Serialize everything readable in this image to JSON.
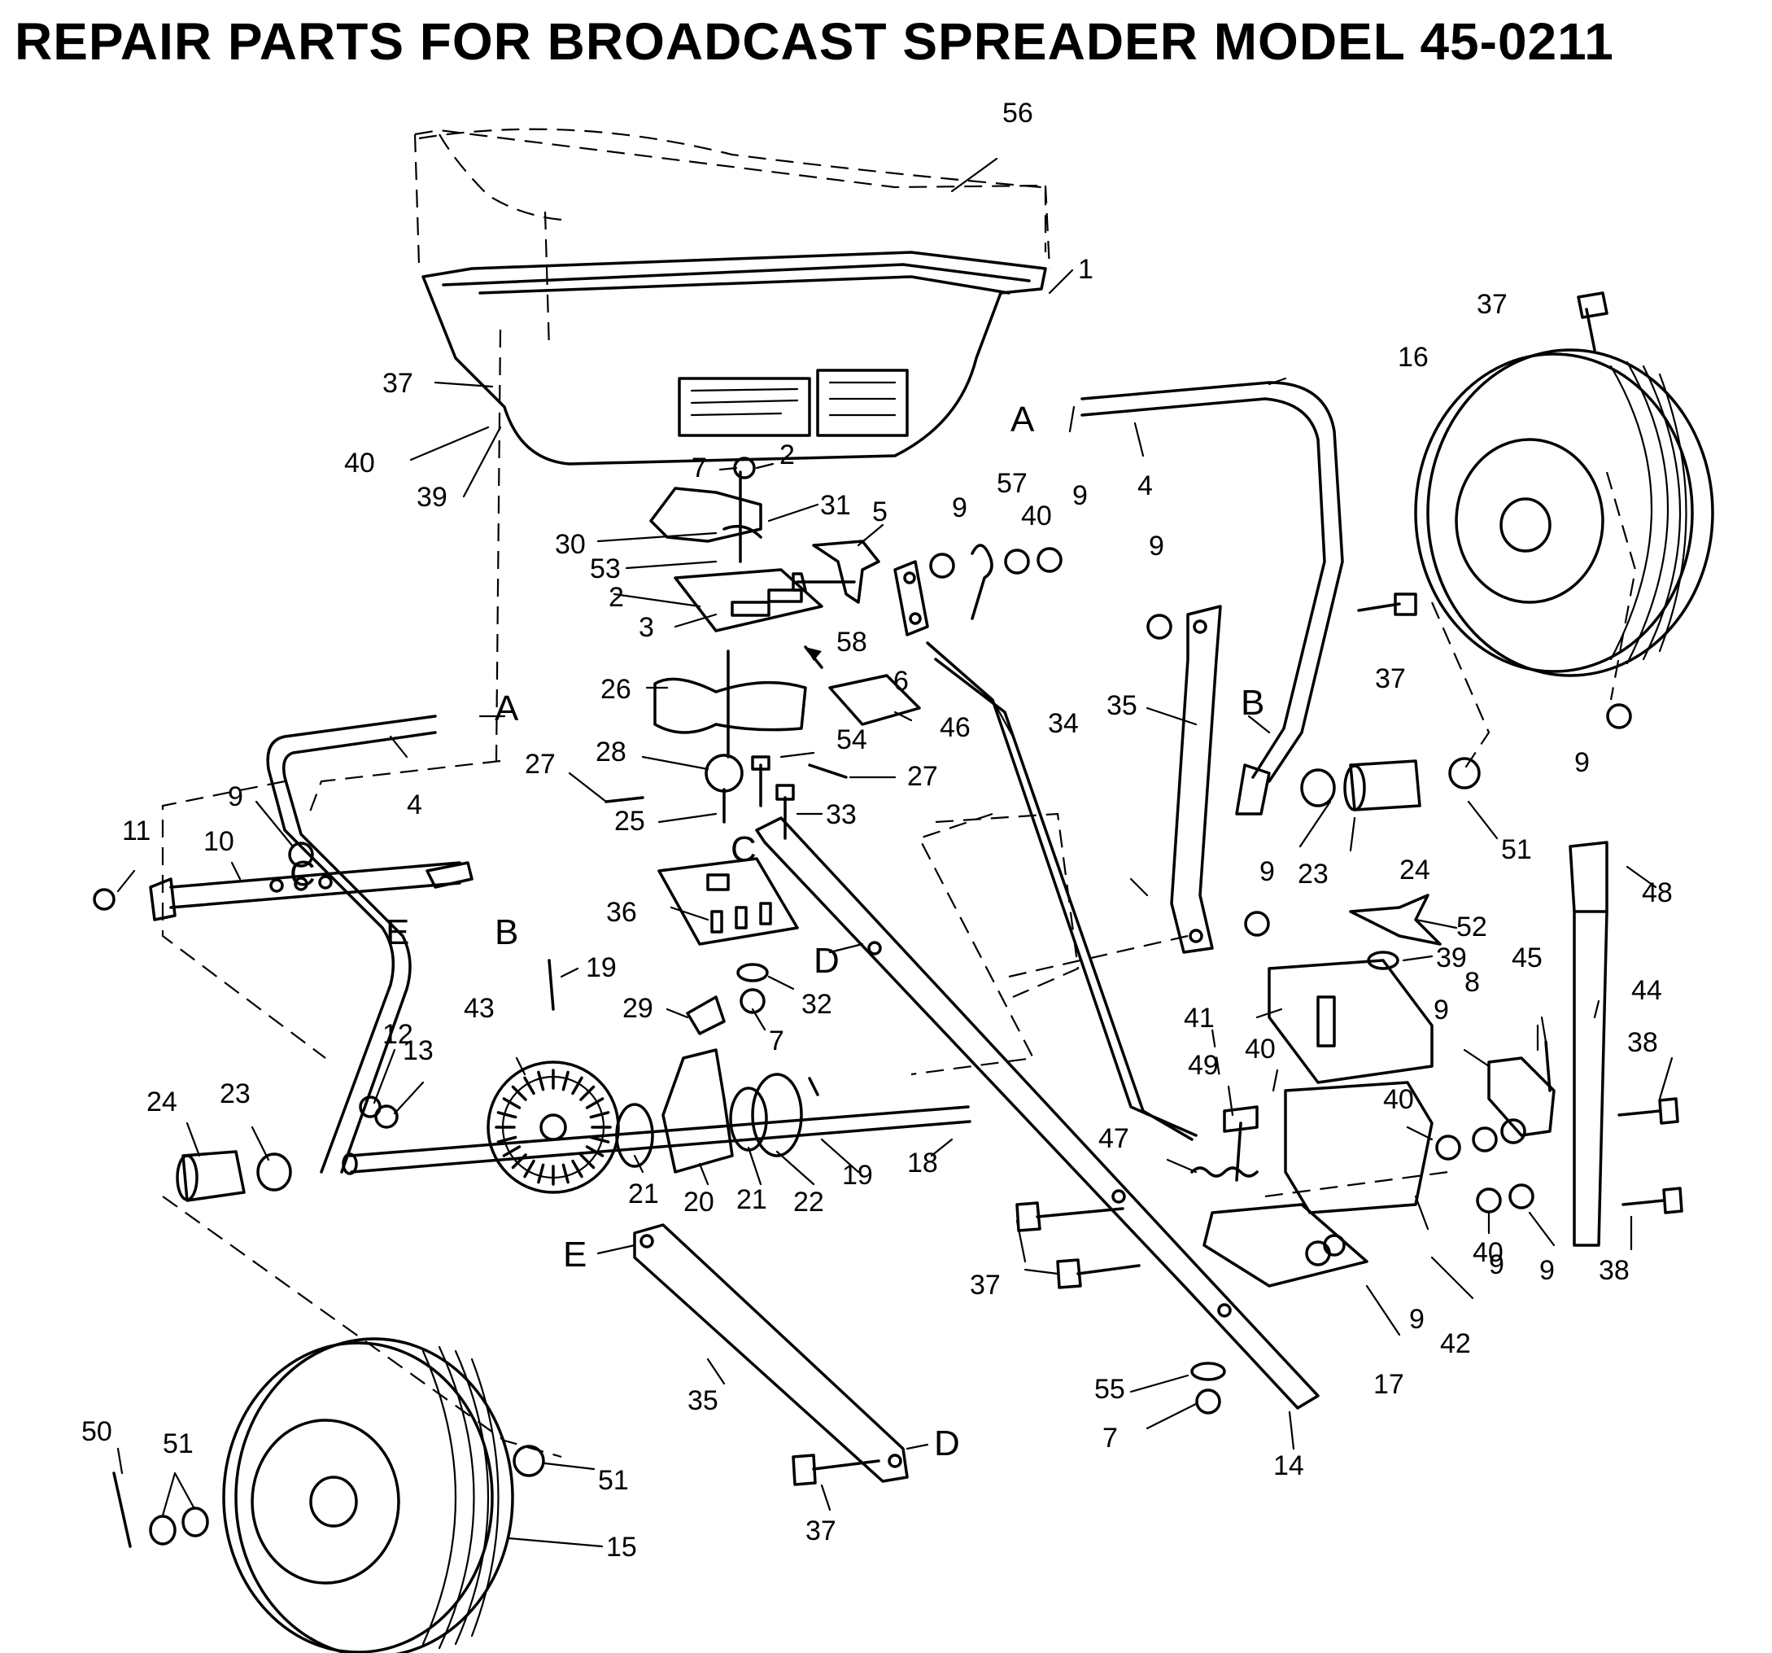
{
  "title": "REPAIR PARTS FOR BROADCAST SPREADER MODEL 45-0211",
  "callouts": [
    {
      "id": "c56",
      "text": "56"
    },
    {
      "id": "c1",
      "text": "1"
    },
    {
      "id": "c37a",
      "text": "37"
    },
    {
      "id": "c40a",
      "text": "40"
    },
    {
      "id": "c39a",
      "text": "39"
    },
    {
      "id": "c7a",
      "text": "7"
    },
    {
      "id": "c2a",
      "text": "2"
    },
    {
      "id": "c31",
      "text": "31"
    },
    {
      "id": "c30",
      "text": "30"
    },
    {
      "id": "c53",
      "text": "53"
    },
    {
      "id": "c2b",
      "text": "2"
    },
    {
      "id": "c3",
      "text": "3"
    },
    {
      "id": "c58",
      "text": "58"
    },
    {
      "id": "c5",
      "text": "5"
    },
    {
      "id": "c6",
      "text": "6"
    },
    {
      "id": "c9a",
      "text": "9"
    },
    {
      "id": "c57",
      "text": "57"
    },
    {
      "id": "c40b",
      "text": "40"
    },
    {
      "id": "c9b",
      "text": "9"
    },
    {
      "id": "c4a",
      "text": "4"
    },
    {
      "id": "c9c",
      "text": "9"
    },
    {
      "id": "c37b",
      "text": "37"
    },
    {
      "id": "c37c",
      "text": "37"
    },
    {
      "id": "c16",
      "text": "16"
    },
    {
      "id": "c9d",
      "text": "9"
    },
    {
      "id": "c26",
      "text": "26"
    },
    {
      "id": "c46",
      "text": "46"
    },
    {
      "id": "c34",
      "text": "34"
    },
    {
      "id": "c35a",
      "text": "35"
    },
    {
      "id": "c28",
      "text": "28"
    },
    {
      "id": "c54",
      "text": "54"
    },
    {
      "id": "c27a",
      "text": "27"
    },
    {
      "id": "c27b",
      "text": "27"
    },
    {
      "id": "c25",
      "text": "25"
    },
    {
      "id": "c33",
      "text": "33"
    },
    {
      "id": "c4b",
      "text": "4"
    },
    {
      "id": "c9e",
      "text": "9"
    },
    {
      "id": "c11",
      "text": "11"
    },
    {
      "id": "c10",
      "text": "10"
    },
    {
      "id": "c23a",
      "text": "23"
    },
    {
      "id": "c24a",
      "text": "24"
    },
    {
      "id": "c51a",
      "text": "51"
    },
    {
      "id": "c48",
      "text": "48"
    },
    {
      "id": "c9f",
      "text": "9"
    },
    {
      "id": "c52",
      "text": "52"
    },
    {
      "id": "c36",
      "text": "36"
    },
    {
      "id": "c39b",
      "text": "39"
    },
    {
      "id": "c45",
      "text": "45"
    },
    {
      "id": "c44",
      "text": "44"
    },
    {
      "id": "c19a",
      "text": "19"
    },
    {
      "id": "c32",
      "text": "32"
    },
    {
      "id": "c29",
      "text": "29"
    },
    {
      "id": "c7b",
      "text": "7"
    },
    {
      "id": "c43",
      "text": "43"
    },
    {
      "id": "c41",
      "text": "41"
    },
    {
      "id": "c9g",
      "text": "9"
    },
    {
      "id": "c8",
      "text": "8"
    },
    {
      "id": "c38a",
      "text": "38"
    },
    {
      "id": "c12",
      "text": "12"
    },
    {
      "id": "c13",
      "text": "13"
    },
    {
      "id": "c49",
      "text": "49"
    },
    {
      "id": "c40c",
      "text": "40"
    },
    {
      "id": "c40d",
      "text": "40"
    },
    {
      "id": "c24b",
      "text": "24"
    },
    {
      "id": "c23b",
      "text": "23"
    },
    {
      "id": "c18",
      "text": "18"
    },
    {
      "id": "c19b",
      "text": "19"
    },
    {
      "id": "c47",
      "text": "47"
    },
    {
      "id": "c21a",
      "text": "21"
    },
    {
      "id": "c20",
      "text": "20"
    },
    {
      "id": "c21b",
      "text": "21"
    },
    {
      "id": "c22",
      "text": "22"
    },
    {
      "id": "c37d",
      "text": "37"
    },
    {
      "id": "c40e",
      "text": "40"
    },
    {
      "id": "c9h",
      "text": "9"
    },
    {
      "id": "c38b",
      "text": "38"
    },
    {
      "id": "c9i",
      "text": "9"
    },
    {
      "id": "c9j",
      "text": "9"
    },
    {
      "id": "c42",
      "text": "42"
    },
    {
      "id": "c17",
      "text": "17"
    },
    {
      "id": "c55",
      "text": "55"
    },
    {
      "id": "c7c",
      "text": "7"
    },
    {
      "id": "c14",
      "text": "14"
    },
    {
      "id": "c35b",
      "text": "35"
    },
    {
      "id": "c50",
      "text": "50"
    },
    {
      "id": "c51b",
      "text": "51"
    },
    {
      "id": "c51c",
      "text": "51"
    },
    {
      "id": "c15",
      "text": "15"
    },
    {
      "id": "c37e",
      "text": "37"
    }
  ],
  "join_letters": [
    {
      "id": "jA1",
      "text": "A"
    },
    {
      "id": "jA2",
      "text": "A"
    },
    {
      "id": "jB1",
      "text": "B"
    },
    {
      "id": "jB2",
      "text": "B"
    },
    {
      "id": "jC1",
      "text": "C"
    },
    {
      "id": "jC2",
      "text": "C"
    },
    {
      "id": "jD1",
      "text": "D"
    },
    {
      "id": "jD2",
      "text": "D"
    },
    {
      "id": "jE1",
      "text": "E"
    },
    {
      "id": "jE2",
      "text": "E"
    }
  ]
}
